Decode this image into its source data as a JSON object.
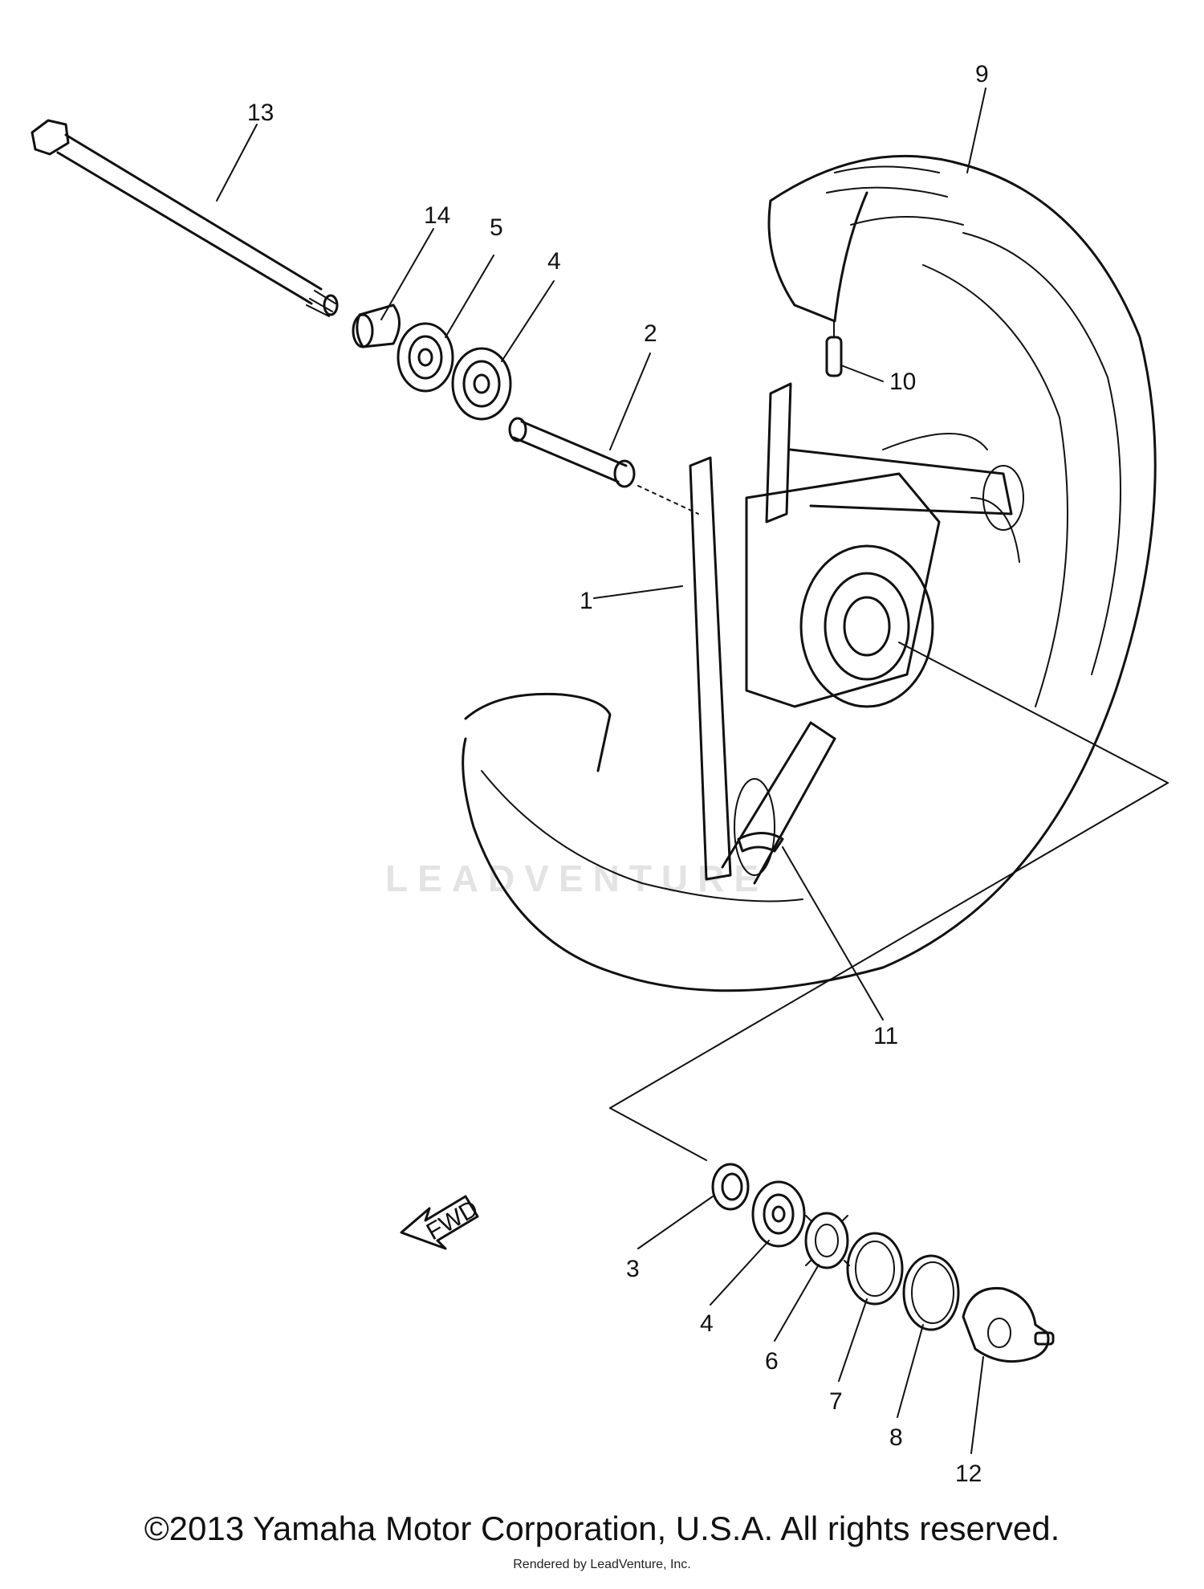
{
  "labels": {
    "p1": "1",
    "p2": "2",
    "p3": "3",
    "p4a": "4",
    "p4b": "4",
    "p5": "5",
    "p6": "6",
    "p7": "7",
    "p8": "8",
    "p9": "9",
    "p10": "10",
    "p11": "11",
    "p12": "12",
    "p13": "13",
    "p14": "14"
  },
  "direction_arrow": "FWD",
  "watermark": "LEADVENTURE",
  "footer": {
    "copyright": "©2013 Yamaha Motor Corporation, U.S.A. All rights reserved.",
    "rendered_by": "Rendered by LeadVenture, Inc."
  }
}
